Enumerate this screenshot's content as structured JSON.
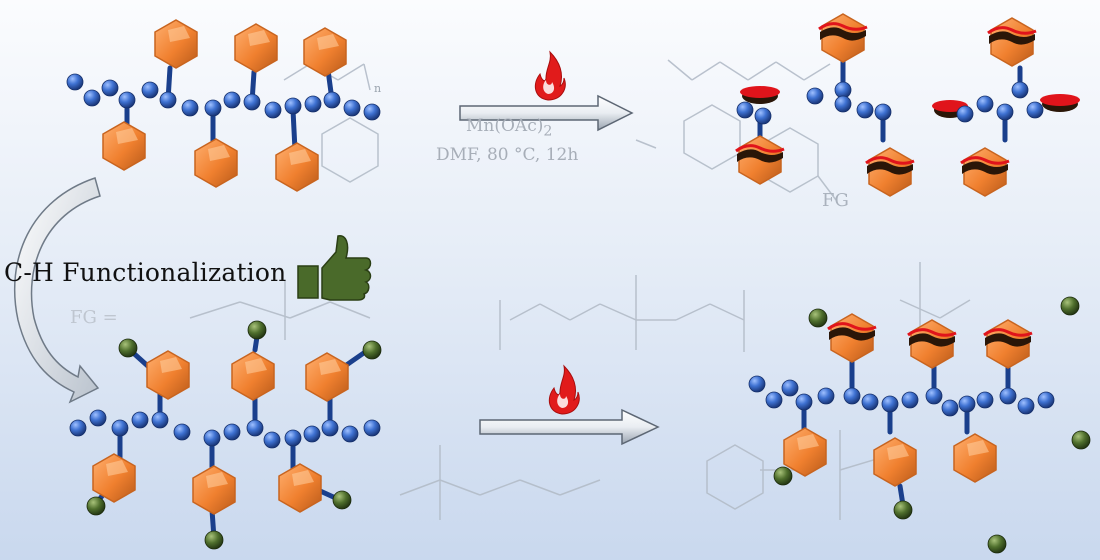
{
  "labels": {
    "functionalization": "C-H Functionalization",
    "fg_definition": "FG =",
    "fg_tag": "FG",
    "reagent": "Mn(OAc)",
    "reagent_subscript": "2",
    "conditions": "DMF, 80 °C, 12h",
    "repeat_index": "n"
  },
  "icons": {
    "flame": "flame-icon",
    "thumbs_up": "thumbs-up-icon"
  },
  "colors": {
    "carbon_atom": "#2f5fbf",
    "phenyl_ring": "#f2873a",
    "functional_group": "#4d6b2c",
    "degradation": "#e0141b",
    "flame": "#e11b1b",
    "thumb": "#4a6a2a"
  }
}
